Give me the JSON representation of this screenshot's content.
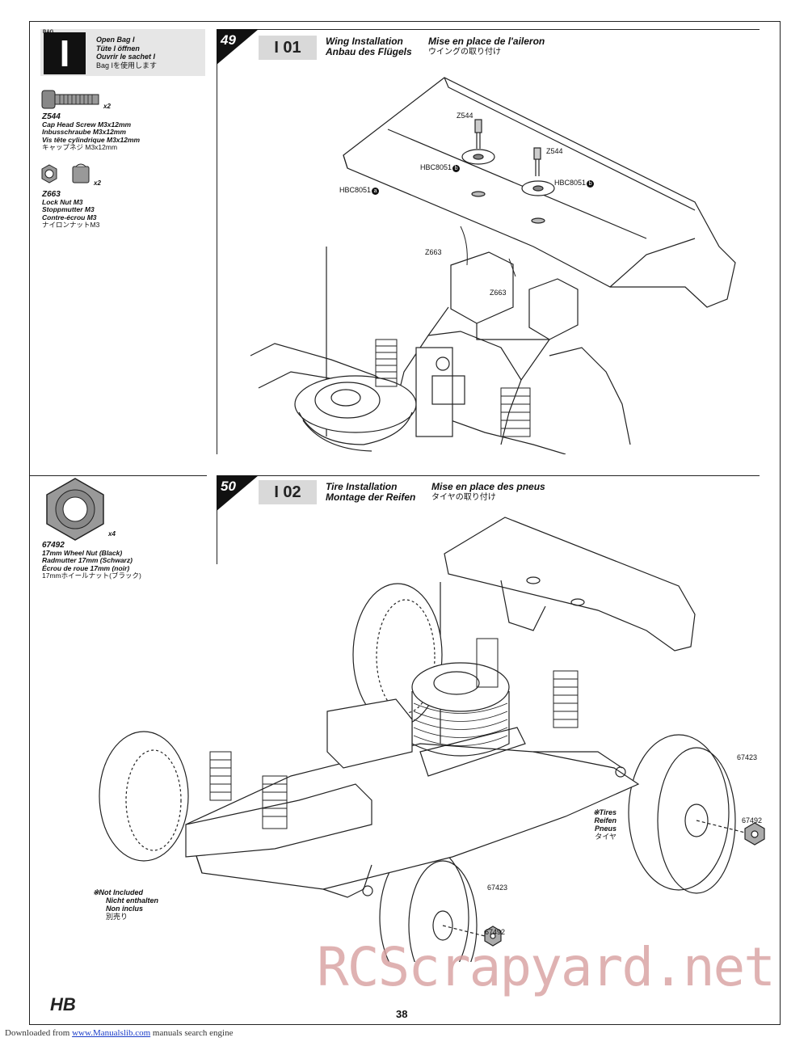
{
  "bag": {
    "label": "BAG",
    "letter": "I",
    "lines": [
      "Open Bag I",
      "Tüte I öffnen",
      "Ouvrir le sachet I",
      "Bag Iを使用します"
    ]
  },
  "parts": [
    {
      "code": "Z544",
      "qty": "x2",
      "names": [
        "Cap Head Screw M3x12mm",
        "Inbusschraube M3x12mm",
        "Vis tête cylindrique M3x12mm",
        "キャップネジ M3x12mm"
      ]
    },
    {
      "code": "Z663",
      "qty": "x2",
      "names": [
        "Lock Nut M3",
        "Stoppmutter M3",
        "Contre-écrou M3",
        "ナイロンナットM3"
      ]
    },
    {
      "code": "67492",
      "qty": "x4",
      "names": [
        "17mm Wheel Nut (Black)",
        "Radmutter 17mm (Schwarz)",
        "Écrou de roue 17mm (noir)",
        "17mmホイールナット(ブラック)"
      ]
    }
  ],
  "steps": [
    {
      "number": "49",
      "code": "I 01",
      "title_en": "Wing Installation",
      "title_de": "Anbau des Flügels",
      "title_fr": "Mise en place de l'aileron",
      "title_jp": "ウイングの取り付け"
    },
    {
      "number": "50",
      "code": "I 02",
      "title_en": "Tire Installation",
      "title_de": "Montage der Reifen",
      "title_fr": "Mise en place des pneus",
      "title_jp": "タイヤの取り付け"
    }
  ],
  "callouts_step1": {
    "z544_a": "Z544",
    "z544_b": "Z544",
    "hbc_b1": "HBC8051",
    "hbc_b2": "HBC8051",
    "hbc_a": "HBC8051",
    "z663_a": "Z663",
    "z663_b": "Z663",
    "badge_a": "a",
    "badge_b": "b"
  },
  "callouts_step2": {
    "tire_r": "67423",
    "nut_r": "67492",
    "tire_f": "67423",
    "nut_f": "67492"
  },
  "tires_note": [
    "※Tires",
    "Reifen",
    "Pneus",
    "タイヤ"
  ],
  "not_included_note": [
    "※Not Included",
    "Nicht enthalten",
    "Non inclus",
    "別売り"
  ],
  "page_number": "38",
  "logo_text": "HB",
  "watermark": "RCScrapyard.net",
  "footer": {
    "prefix": "Downloaded from",
    "link": "www.Manualslib.com",
    "suffix": "manuals search engine"
  }
}
